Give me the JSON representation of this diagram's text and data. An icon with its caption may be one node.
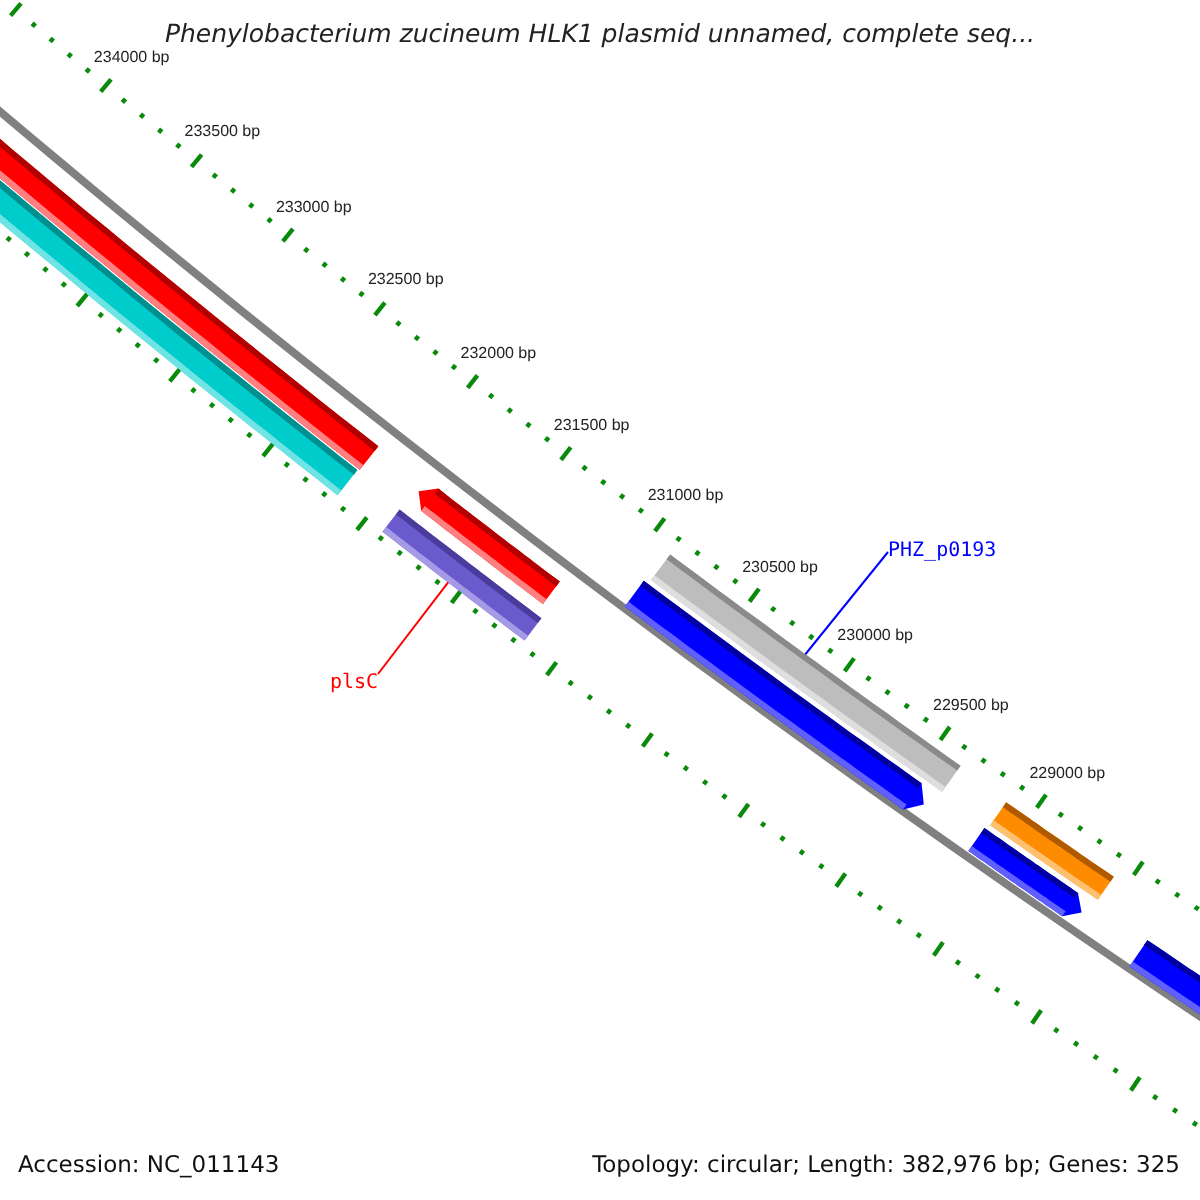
{
  "diagram": {
    "title": "Phenylobacterium zucineum HLK1 plasmid unnamed, complete seq...",
    "nodes": [
      {
        "text": [
          "plsC"
        ]
      },
      {
        "text": [],
        "shape": "bar"
      },
      {
        "text": [
          "PHZ_p0193"
        ]
      },
      {
        "text": [],
        "shape": "bar"
      }
    ],
    "edges": [
      {
        "from": 0,
        "to": 1,
        "arrow": "none",
        "color": "#ff0000"
      },
      {
        "from": 2,
        "to": 3,
        "arrow": "none",
        "color": "#0000ff"
      }
    ],
    "labels": [
      "234000 bp",
      "233500 bp",
      "233000 bp",
      "232500 bp",
      "232000 bp",
      "231500 bp",
      "231000 bp",
      "230500 bp",
      "230000 bp",
      "229500 bp",
      "229000 bp",
      "Accession: NC_011143",
      "Topology: circular; Length: 382,976 bp; Genes: 325"
    ]
  }
}
